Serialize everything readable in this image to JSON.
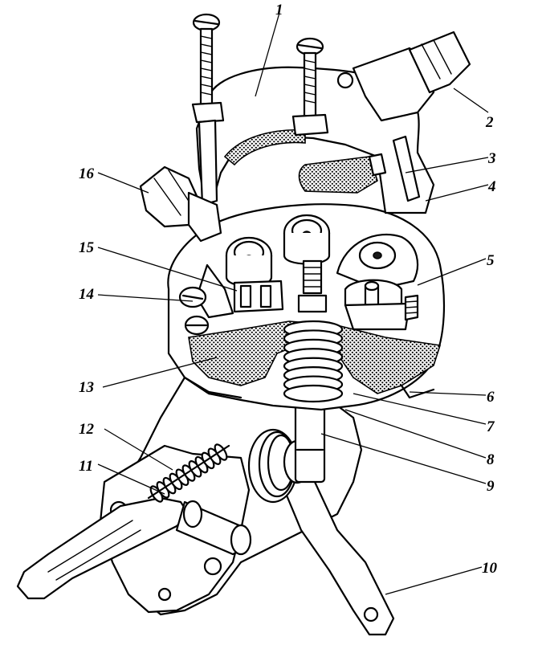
{
  "diagram": {
    "callouts": [
      {
        "id": "1",
        "label": "1"
      },
      {
        "id": "2",
        "label": "2"
      },
      {
        "id": "3",
        "label": "3"
      },
      {
        "id": "4",
        "label": "4"
      },
      {
        "id": "5",
        "label": "5"
      },
      {
        "id": "6",
        "label": "6"
      },
      {
        "id": "7",
        "label": "7"
      },
      {
        "id": "8",
        "label": "8"
      },
      {
        "id": "9",
        "label": "9"
      },
      {
        "id": "10",
        "label": "10"
      },
      {
        "id": "11",
        "label": "11"
      },
      {
        "id": "12",
        "label": "12"
      },
      {
        "id": "13",
        "label": "13"
      },
      {
        "id": "14",
        "label": "14"
      },
      {
        "id": "15",
        "label": "15"
      },
      {
        "id": "16",
        "label": "16"
      }
    ],
    "style": {
      "ink": "#000000",
      "paper": "#ffffff"
    }
  }
}
